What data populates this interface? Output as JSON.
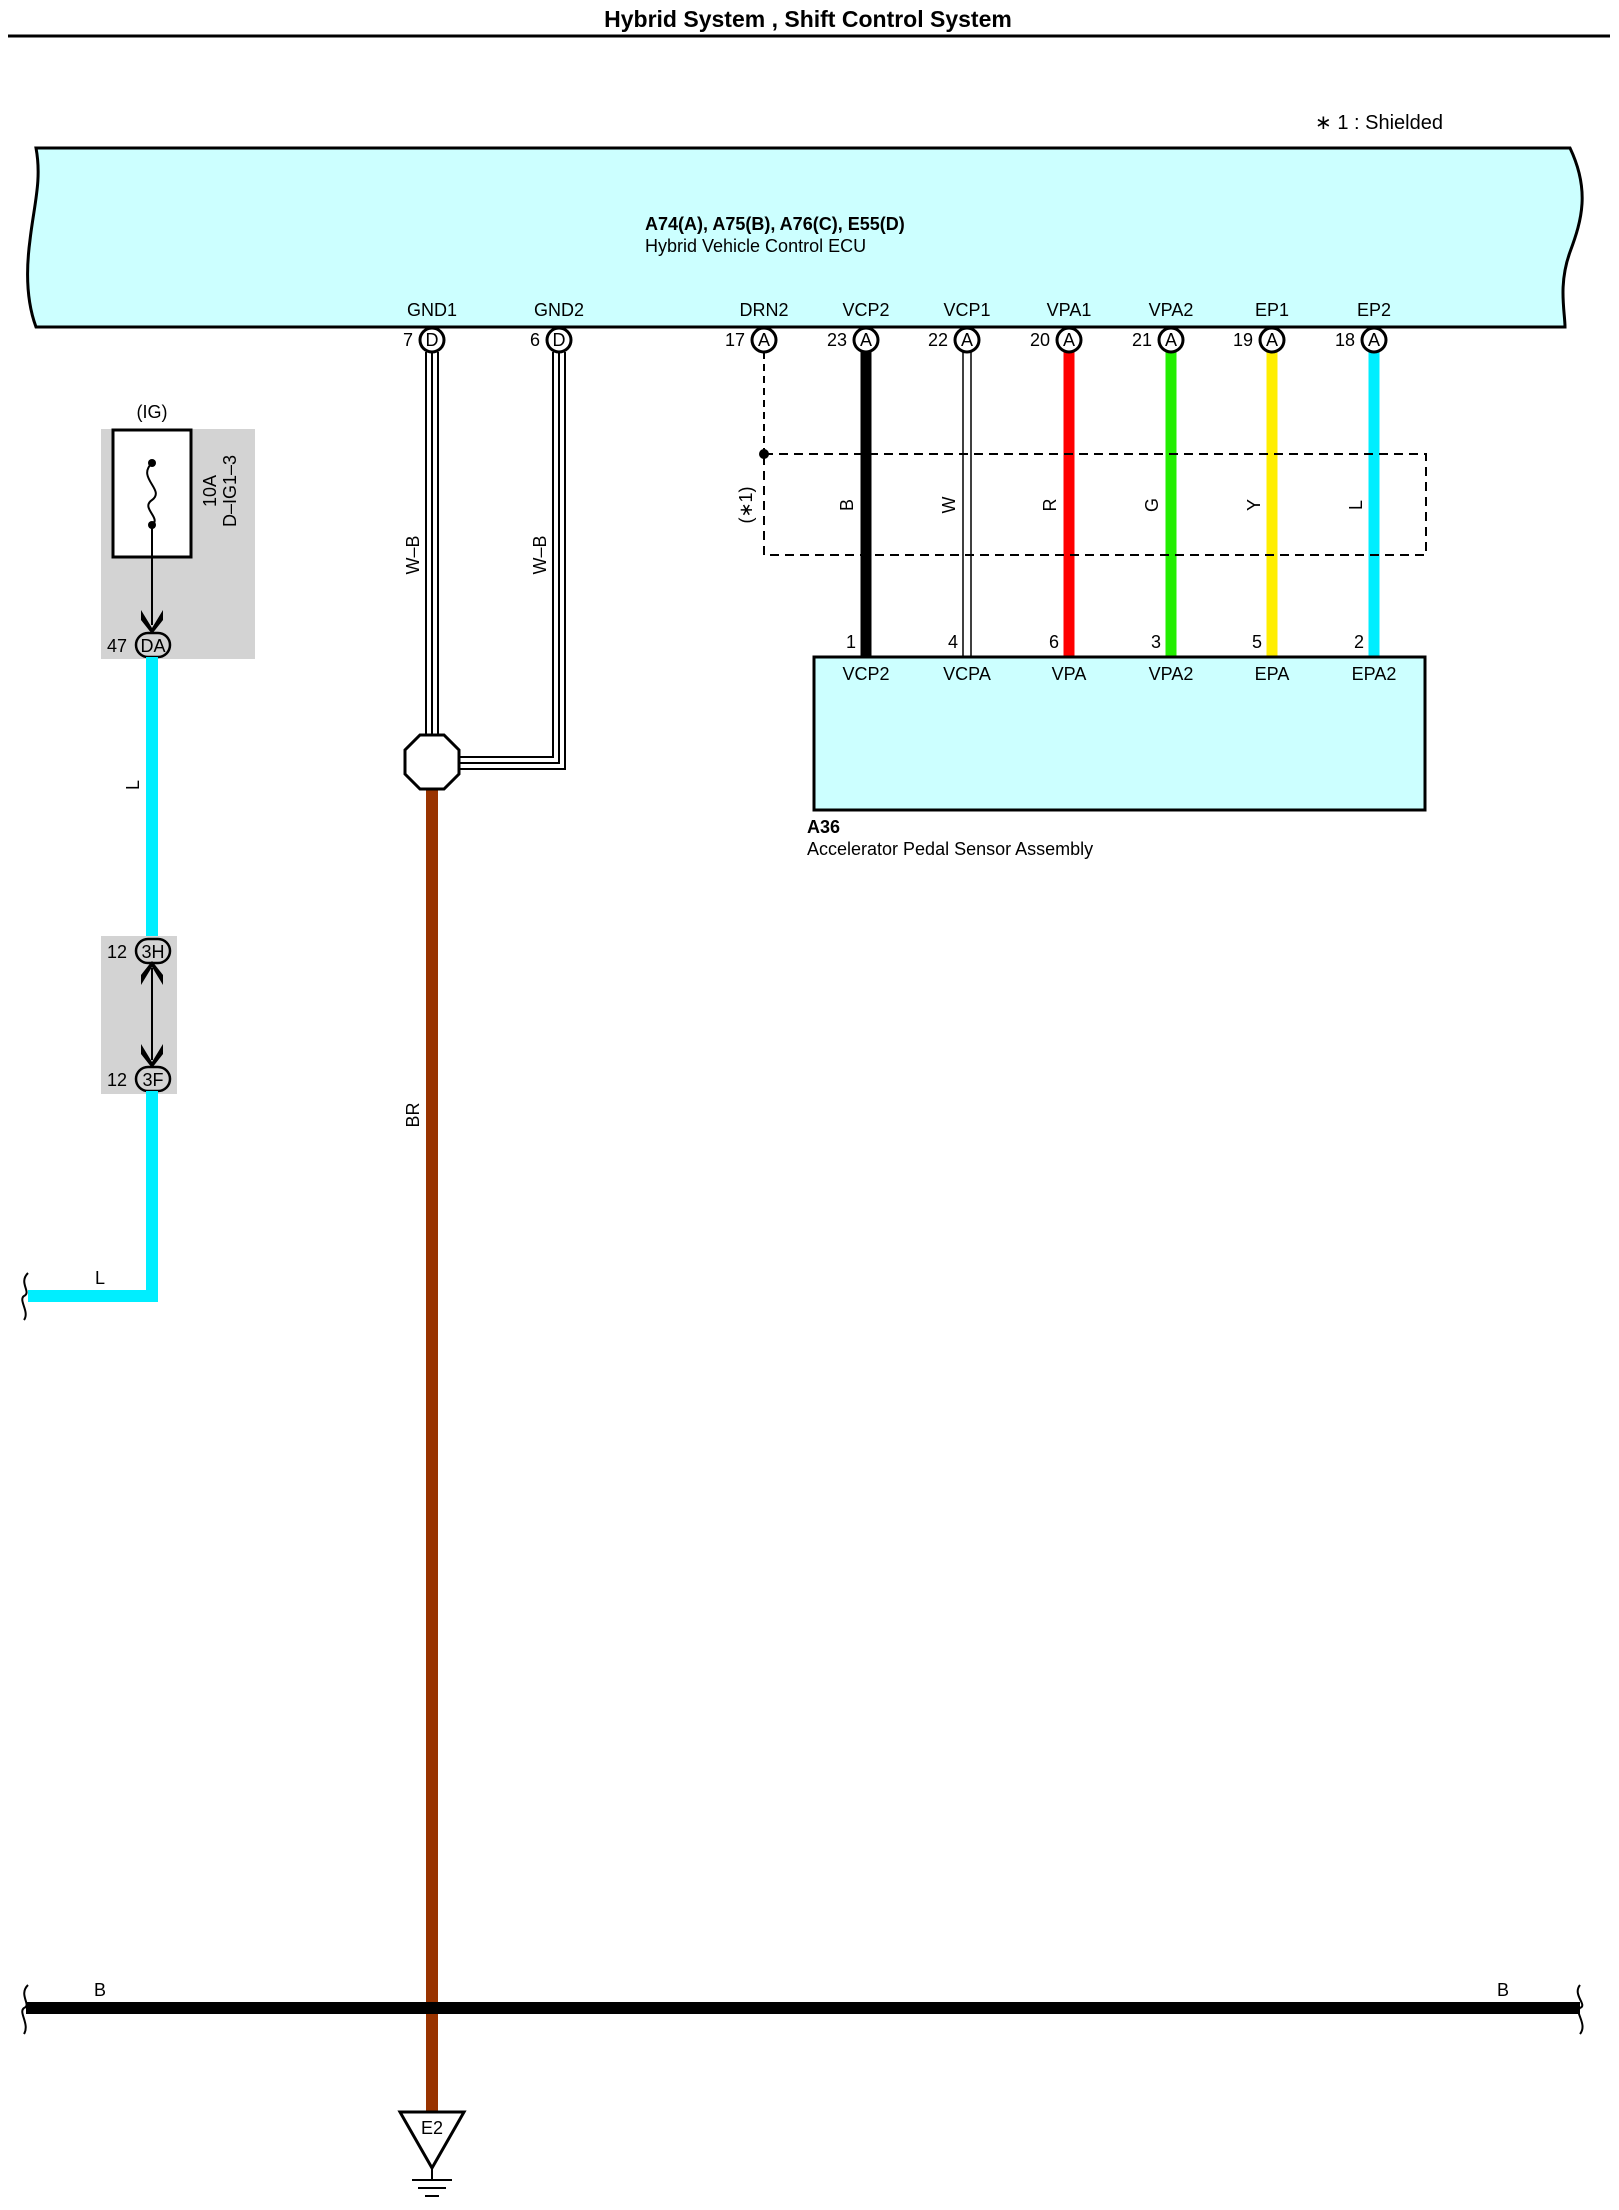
{
  "header": {
    "title": "Hybrid System , Shift Control System"
  },
  "legend": {
    "shielded_note": "∗ 1 : Shielded"
  },
  "colors": {
    "ecu_fill": "#ccffff",
    "wire_black": "#000000",
    "wire_red": "#ff0000",
    "wire_green": "#22ee00",
    "wire_yellow": "#ffee00",
    "wire_blue": "#00eeff",
    "wire_brown": "#993300",
    "shade": "#d3d3d3"
  },
  "ecu": {
    "connectors": "A74(A), A75(B), A76(C), E55(D)",
    "name": "Hybrid Vehicle Control ECU",
    "pins": [
      {
        "label": "GND1",
        "number": "7",
        "conn": "D"
      },
      {
        "label": "GND2",
        "number": "6",
        "conn": "D"
      },
      {
        "label": "DRN2",
        "number": "17",
        "conn": "A"
      },
      {
        "label": "VCP2",
        "number": "23",
        "conn": "A"
      },
      {
        "label": "VCP1",
        "number": "22",
        "conn": "A"
      },
      {
        "label": "VPA1",
        "number": "20",
        "conn": "A"
      },
      {
        "label": "VPA2",
        "number": "21",
        "conn": "A"
      },
      {
        "label": "EP1",
        "number": "19",
        "conn": "A"
      },
      {
        "label": "EP2",
        "number": "18",
        "conn": "A"
      }
    ]
  },
  "sensor": {
    "code": "A36",
    "name": "Accelerator Pedal Sensor Assembly",
    "pins": [
      {
        "label": "VCP2",
        "number": "1"
      },
      {
        "label": "VCPA",
        "number": "4"
      },
      {
        "label": "VPA",
        "number": "6"
      },
      {
        "label": "VPA2",
        "number": "3"
      },
      {
        "label": "EPA",
        "number": "5"
      },
      {
        "label": "EPA2",
        "number": "2"
      }
    ]
  },
  "shield": {
    "label": "(∗1)"
  },
  "wires": {
    "sensor_wires": [
      "B",
      "W",
      "R",
      "G",
      "Y",
      "L"
    ],
    "ground_wire_1": "W–B",
    "ground_wire_2": "W–B",
    "ground_main": "BR",
    "power_wire_upper": "L",
    "power_wire_lower": "L",
    "bus_left": "B",
    "bus_right": "B"
  },
  "fuse": {
    "group": "(IG)",
    "rating": "10A",
    "name": "D–IG1–3"
  },
  "junctions": {
    "da": {
      "number": "47",
      "code": "DA"
    },
    "h3": {
      "number": "12",
      "code": "3H"
    },
    "f3": {
      "number": "12",
      "code": "3F"
    }
  },
  "ground": {
    "label": "E2"
  }
}
